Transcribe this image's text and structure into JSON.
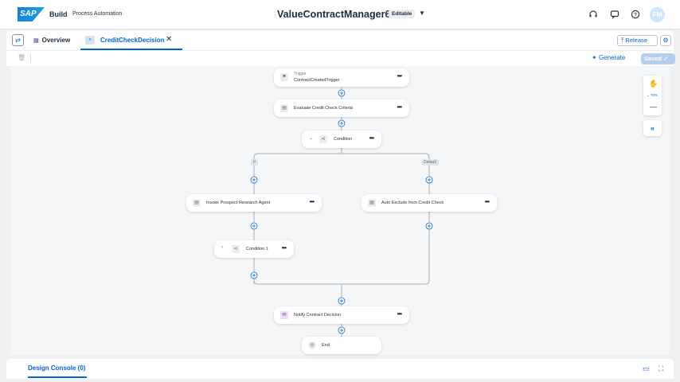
{
  "shell": {
    "logo": "SAP",
    "build": "Build",
    "product": "Process Automation",
    "project_name": "ValueContractManager6",
    "status_badge": "Editable",
    "avatar_initials": "FM"
  },
  "tabs": {
    "overview": "Overview",
    "active": "CreditCheckDecision"
  },
  "actions": {
    "release": "Release",
    "generate": "Generate",
    "saved": "Saved"
  },
  "flow": {
    "trigger": {
      "sub": "Trigger",
      "label": "ContractCreatedTrigger"
    },
    "evaluate": "Evaluate Credit Check Criteria",
    "condition": "Condition",
    "if_label": "If",
    "default_label": "Default",
    "invoke_agent": "Invoke Prospect Research Agent",
    "auto_exclude": "Auto Exclude from Credit Check",
    "condition1": "Condition 1",
    "notify": "Notify Contract Decision",
    "end": "End"
  },
  "zoom": {
    "level": "70%"
  },
  "console": {
    "tab": "Design Console (0)"
  },
  "colors": {
    "accent": "#0064d9",
    "saved_bg": "#b4cfee",
    "canvas": "#f5f6f7"
  }
}
